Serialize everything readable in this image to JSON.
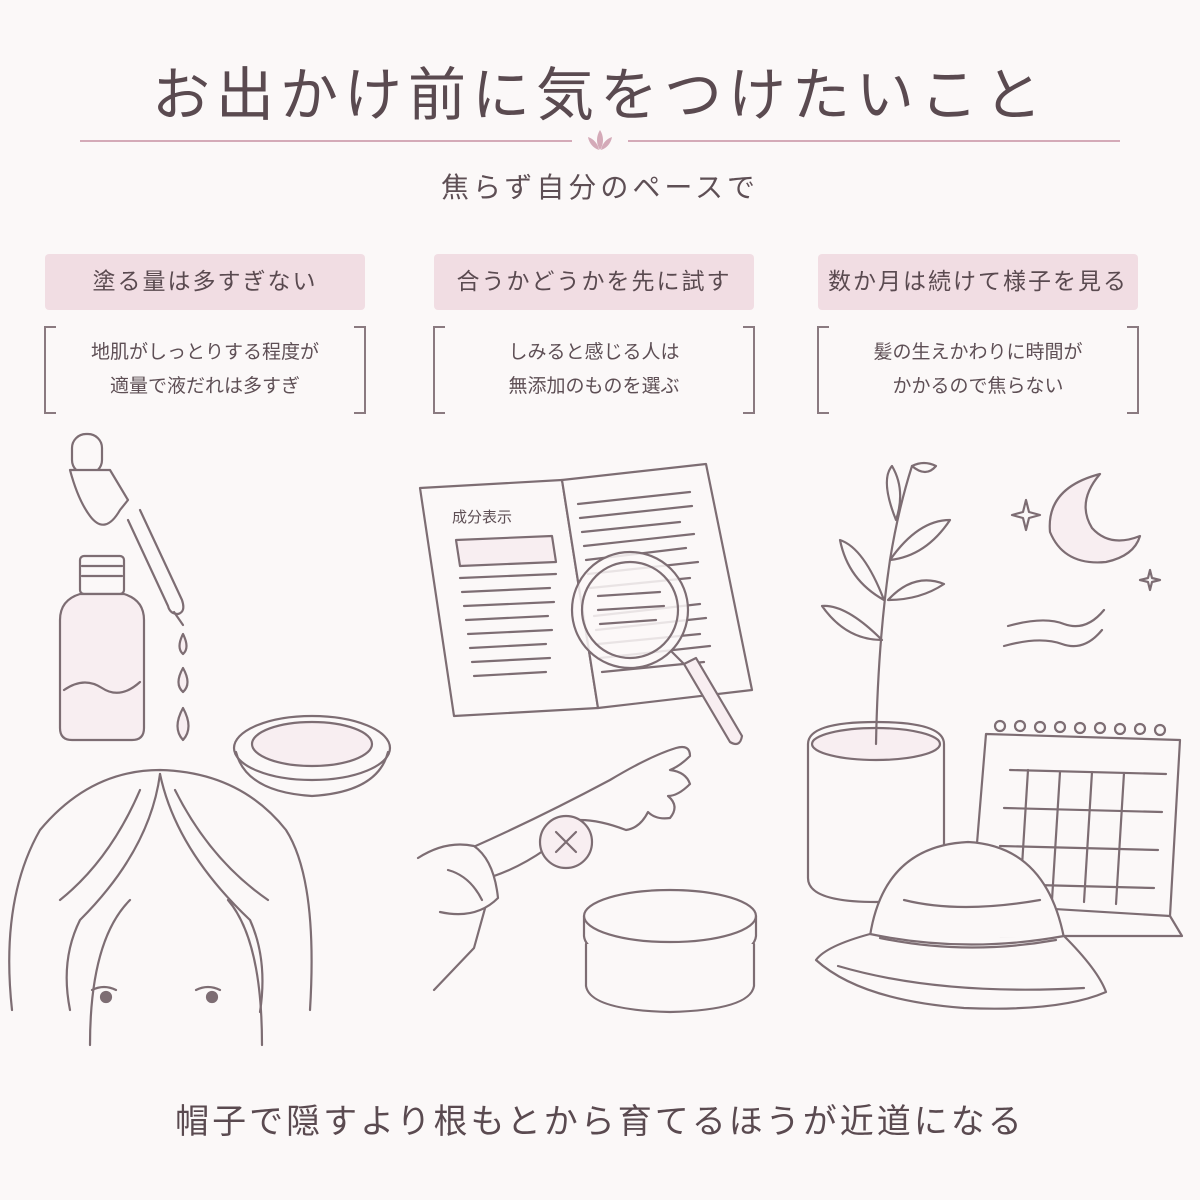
{
  "title": "お出かけ前に気をつけたいこと",
  "subtitle": "焦らず自分のペースで",
  "tips": [
    {
      "label": "塗る量は多すぎない",
      "line1": "地肌がしっとりする程度が",
      "line2": "適量で液だれは多すぎ"
    },
    {
      "label": "合うかどうかを先に試す",
      "line1": "しみると感じる人は",
      "line2": "無添加のものを選ぶ"
    },
    {
      "label": "数か月は続けて様子を見る",
      "line1": "髪の生えかわりに時間が",
      "line2": "かかるので焦らない"
    }
  ],
  "booklet_heading": "成分表示",
  "footer": "帽子で隠すより根もとから育てるほうが近道になる",
  "colors": {
    "accent": "#d4aab8",
    "label_bg": "#f1dde3",
    "line": "#7d6d73",
    "fill": "#f8eef1"
  }
}
